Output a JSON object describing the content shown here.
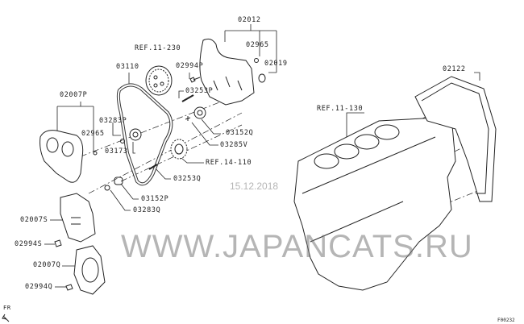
{
  "labels": {
    "p02012": "02012",
    "p02965a": "02965",
    "p02019": "02019",
    "ref11_230": "REF.11-230",
    "p03110": "03110",
    "p02994P": "02994P",
    "p03253P": "03253P",
    "p02007P": "02007P",
    "p03283P": "03283P",
    "p02965b": "02965",
    "p03152Q": "03152Q",
    "p03173": "03173",
    "p03285V": "03285V",
    "ref14_110": "REF.14-110",
    "p03253Q": "03253Q",
    "p03152P": "03152P",
    "p03283Q": "03283Q",
    "p02007S": "02007S",
    "p02994S": "02994S",
    "p02007Q": "02007Q",
    "p02994Q": "02994Q",
    "ref11_130": "REF.11-130",
    "p02122": "02122",
    "fr": "FR",
    "figure_code": "F00232"
  },
  "watermark": {
    "site": "WWW.JAPANCATS.RU",
    "date": "15.12.2018"
  }
}
